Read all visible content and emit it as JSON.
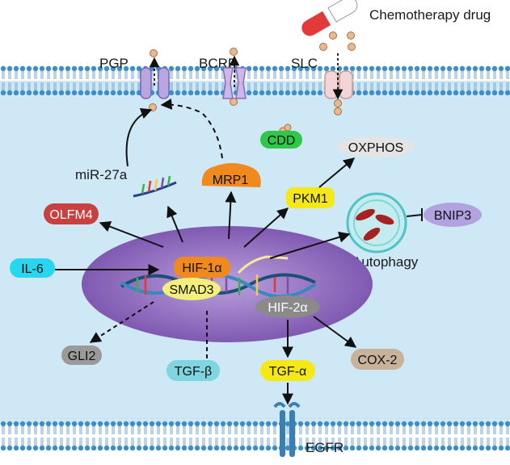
{
  "colors": {
    "cytoplasm": "#cfe8f5",
    "membrane_head": "#3a8fc8",
    "nucleus": "#8a62b8",
    "arrow": "#111111"
  },
  "drug_label": "Chemotherapy drug",
  "transporters": {
    "pgp": "PGP",
    "bcrp": "BCRP",
    "slc": "SLC"
  },
  "nodes": {
    "cdd": "CDD",
    "oxphos": "OXPHOS",
    "mirna": "miR-27a",
    "mrp1": "MRP1",
    "pkm1": "PKM1",
    "olfm4": "OLFM4",
    "bnip3": "BNIP3",
    "autophagy": "Autophagy",
    "il6": "IL-6",
    "hif1a": "HIF-1α",
    "smad3": "SMAD3",
    "hif2a": "HIF-2α",
    "gli2": "GLI2",
    "tgfb": "TGF-β",
    "tgfa": "TGF-α",
    "cox2": "COX-2",
    "egfr": "EGFR"
  }
}
